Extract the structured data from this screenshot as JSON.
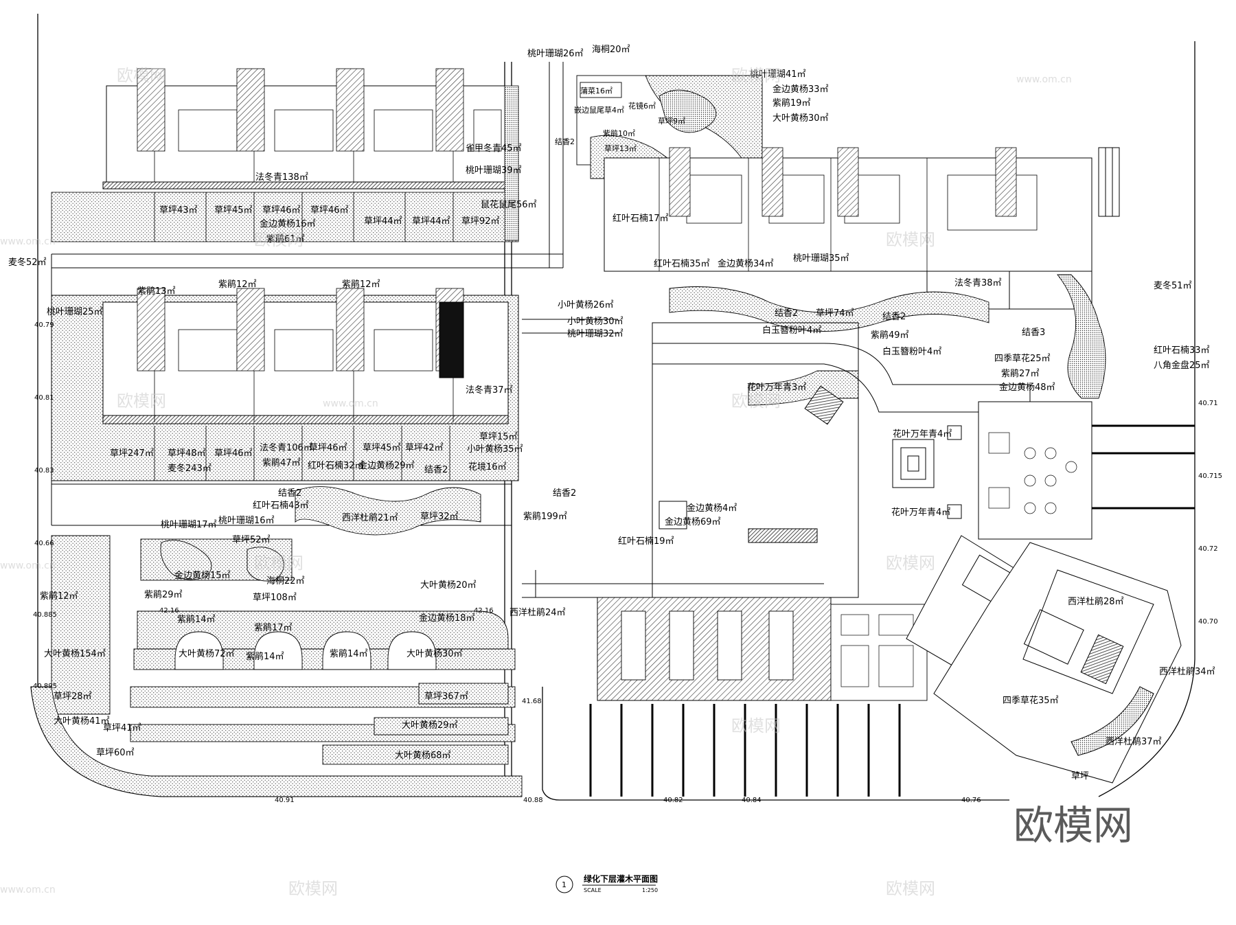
{
  "drawing": {
    "title": "绿化下层灌木平面图",
    "number": "1",
    "scale_label": "SCALE",
    "scale_value": "1:250",
    "brand": "欧模网",
    "watermark": "欧模网",
    "watermark_url": "www.om.cn"
  },
  "labels": [
    "海桐20㎡",
    "桃叶珊瑚26㎡",
    "桃叶珊瑚41㎡",
    "金边黄杨33㎡",
    "紫鹃19㎡",
    "大叶黄杨30㎡",
    "蒲菜16㎡",
    "嵌边鼠尾草4㎡",
    "花镜6㎡",
    "草坪9㎡",
    "紫鹃10㎡",
    "草坪13㎡",
    "结香2",
    "雀甲冬青45㎡",
    "桃叶珊瑚39㎡",
    "法冬青138㎡",
    "草坪43㎡",
    "草坪45㎡",
    "草坪46㎡",
    "草坪46㎡",
    "草坪44㎡",
    "草坪44㎡",
    "草坪92㎡",
    "金边黄杨16㎡",
    "紫鹃61㎡",
    "鼠花鼠尾56㎡",
    "麦冬52㎡",
    "紫鹃12㎡",
    "紫鹃12㎡",
    "紫鹃13㎡",
    "桃叶珊瑚25㎡",
    "小叶黄杨26㎡",
    "小叶黄杨30㎡",
    "桃叶珊瑚32㎡",
    "红叶石楠17㎡",
    "红叶石楠35㎡",
    "金边黄杨34㎡",
    "桃叶珊瑚35㎡",
    "法冬青38㎡",
    "麦冬51㎡",
    "结香2",
    "草坪74㎡",
    "结香2",
    "紫鹃49㎡",
    "白玉簪粉叶4㎡",
    "白玉簪粉叶4㎡",
    "结香3",
    "四季草花25㎡",
    "紫鹃27㎡",
    "金边黄杨48㎡",
    "红叶石楠33㎡",
    "八角金盘25㎡",
    "花叶万年青3㎡",
    "花叶万年青4㎡",
    "花叶万年青4㎡",
    "法冬青37㎡",
    "草坪247㎡",
    "草坪48㎡",
    "草坪46㎡",
    "法冬青106㎡",
    "草坪46㎡",
    "草坪45㎡",
    "草坪42㎡",
    "草坪15㎡",
    "紫鹃47㎡",
    "红叶石楠32㎡",
    "金边黄杨29㎡",
    "结香2",
    "小叶黄杨35㎡",
    "花境16㎡",
    "麦冬243㎡",
    "结香2",
    "结香2",
    "红叶石楠43㎡",
    "桃叶珊瑚17㎡",
    "桃叶珊瑚16㎡",
    "草坪52㎡",
    "西洋杜鹃21㎡",
    "草坪32㎡",
    "紫鹃199㎡",
    "金边黄杨4㎡",
    "金边黄杨69㎡",
    "红叶石楠19㎡",
    "金边黄杨15㎡",
    "海桐22㎡",
    "紫鹃29㎡",
    "草坪108㎡",
    "大叶黄杨20㎡",
    "紫鹃12㎡",
    "紫鹃14㎡",
    "紫鹃17㎡",
    "金边黄杨18㎡",
    "大叶黄杨72㎡",
    "紫鹃14㎡",
    "紫鹃14㎡",
    "大叶黄杨30㎡",
    "大叶黄杨154㎡",
    "草坪28㎡",
    "草坪367㎡",
    "大叶黄杨41㎡",
    "草坪41㎡",
    "大叶黄杨29㎡",
    "草坪60㎡",
    "大叶黄杨68㎡",
    "西洋杜鹃24㎡",
    "西洋杜鹃28㎡",
    "西洋杜鹃34㎡",
    "四季草花35㎡",
    "西洋杜鹃37㎡",
    "草坪"
  ],
  "elevations": [
    "40.79",
    "40.81",
    "40.83",
    "40.66",
    "40.885",
    "40.895",
    "42.16",
    "42.16",
    "41.68",
    "40.88",
    "40.91",
    "40.82",
    "40.84",
    "40.76",
    "40.71",
    "40.715",
    "40.72",
    "40.70"
  ]
}
